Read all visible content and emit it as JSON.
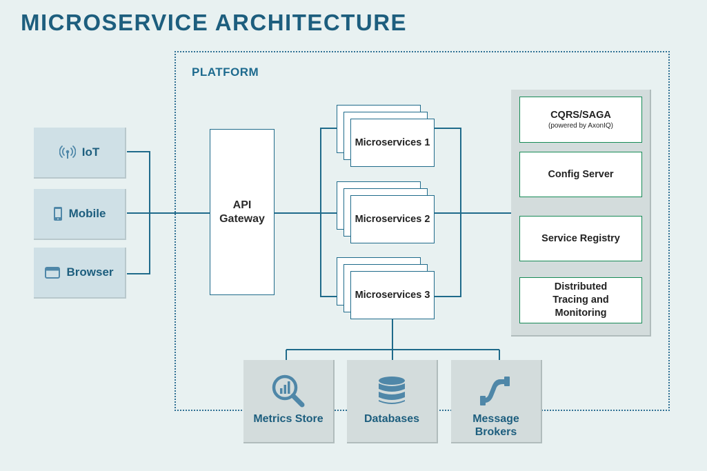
{
  "title": "MICROSERVICE ARCHITECTURE",
  "platform_label": "PLATFORM",
  "clients": [
    {
      "label": "IoT",
      "icon": "antenna-signal-icon"
    },
    {
      "label": "Mobile",
      "icon": "mobile-phone-icon"
    },
    {
      "label": "Browser",
      "icon": "browser-window-icon"
    }
  ],
  "gateway": {
    "line1": "API",
    "line2": "Gateway"
  },
  "microservices": [
    "Microservices 1",
    "Microservices 2",
    "Microservices 3"
  ],
  "services": [
    {
      "label": "CQRS/SAGA",
      "sub": "(powered by AxonIQ)"
    },
    {
      "label": "Config Server"
    },
    {
      "label": "Service Registry"
    },
    {
      "label": "Distributed Tracing and Monitoring"
    }
  ],
  "stores": [
    {
      "label": "Metrics Store",
      "icon": "magnifier-chart-icon"
    },
    {
      "label": "Databases",
      "icon": "database-icon"
    },
    {
      "label": "Message Brokers",
      "icon": "pipe-icon"
    }
  ],
  "colors": {
    "background": "#e8f1f1",
    "accent": "#1d5e7e",
    "line": "#1e6a8a",
    "service_border": "#158a55",
    "panel": "#d3dcdc"
  }
}
